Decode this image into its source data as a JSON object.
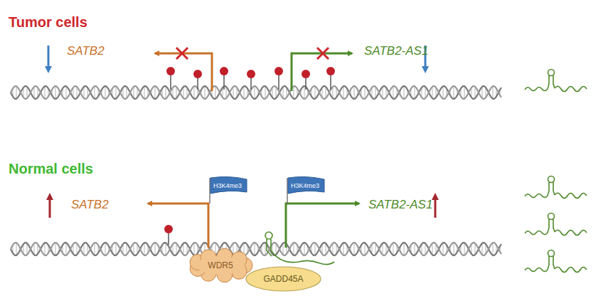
{
  "diagram": {
    "nodes": [
      {
        "text": [
          "H3K4me3"
        ]
      },
      {
        "text": [
          "H3K4me3"
        ]
      },
      {
        "text": [
          "WDR5"
        ]
      },
      {
        "text": [
          "GADD45A"
        ]
      }
    ],
    "labels": [
      "Tumor cells",
      "SATB2",
      "SATB2-AS1",
      "Normal cells",
      "SATB2",
      "SATB2-AS1"
    ]
  }
}
